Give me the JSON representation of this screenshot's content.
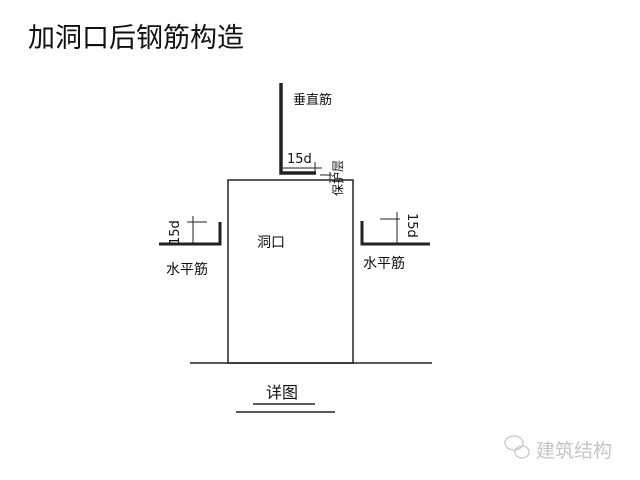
{
  "title": "加洞口后钢筋构造",
  "labels": {
    "vertical_bar": "垂直筋",
    "dim_top": "15d",
    "cover": "保护层",
    "opening": "洞口",
    "horizontal_left": "水平筋",
    "horizontal_right": "水平筋",
    "dim_left": "15d",
    "dim_right": "15d",
    "detail": "详图"
  },
  "watermark": "建筑结构"
}
